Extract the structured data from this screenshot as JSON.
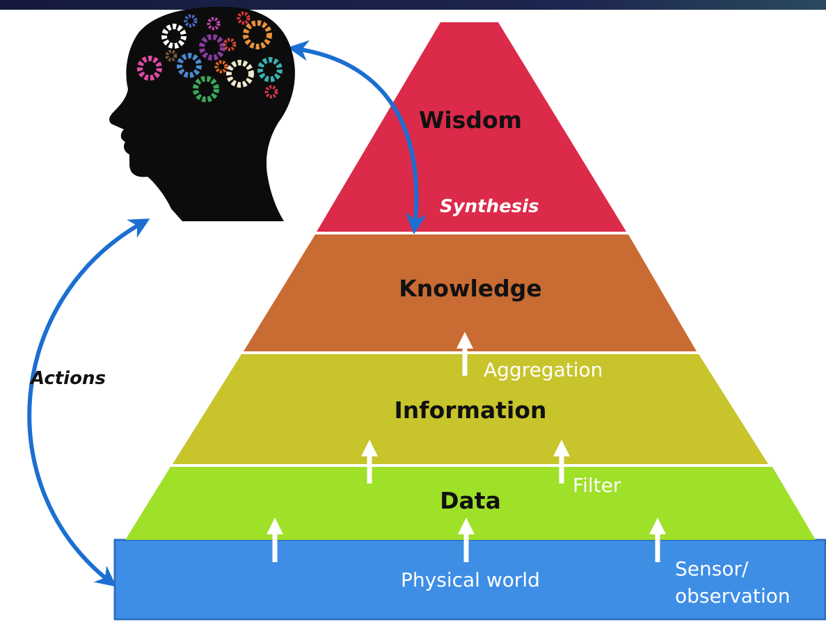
{
  "tiers": {
    "wisdom": "Wisdom",
    "knowledge": "Knowledge",
    "information": "Information",
    "data": "Data"
  },
  "processes": {
    "synthesis": "Synthesis",
    "aggregation": "Aggregation",
    "filter": "Filter"
  },
  "base": {
    "physical_world": "Physical world",
    "sensor_line1": "Sensor/",
    "sensor_line2": "observation"
  },
  "actions_label": "Actions",
  "colors": {
    "wisdom": "#dc2a4a",
    "knowledge": "#c96c33",
    "information": "#c8c42c",
    "data": "#9fe028",
    "physical_world": "#3e8ee6",
    "arrow_blue": "#1c6fd1",
    "head": "#0c0c0c"
  },
  "icons": [
    "head-with-gears-icon",
    "double-arrow-icon",
    "up-arrow-icon"
  ]
}
